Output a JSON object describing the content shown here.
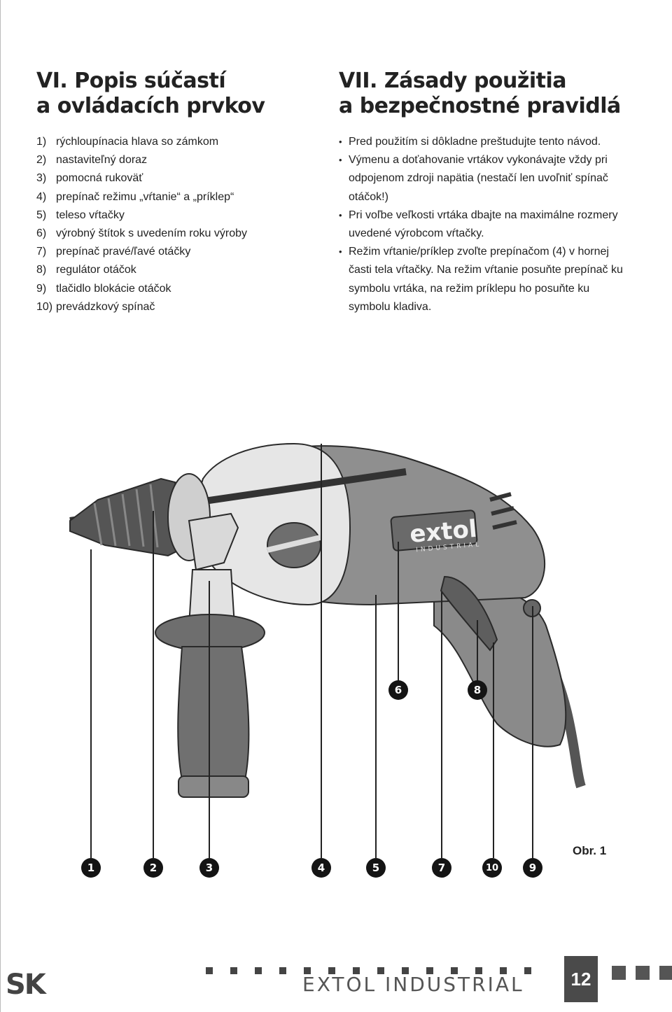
{
  "section6": {
    "title_line1": "VI. Popis súčastí",
    "title_line2": "a ovládacích prvkov",
    "items": [
      {
        "num": "1)",
        "text": "rýchloupínacia hlava so zámkom"
      },
      {
        "num": "2)",
        "text": "nastaviteľný doraz"
      },
      {
        "num": "3)",
        "text": "pomocná rukoväť"
      },
      {
        "num": "4)",
        "text": "prepínač režimu „vŕtanie“ a „príklep“"
      },
      {
        "num": "5)",
        "text": "teleso vŕtačky"
      },
      {
        "num": "6)",
        "text": "výrobný štítok s uvedením roku výroby"
      },
      {
        "num": "7)",
        "text": "prepínač pravé/ľavé otáčky"
      },
      {
        "num": "8)",
        "text": "regulátor otáčok"
      },
      {
        "num": "9)",
        "text": "tlačidlo blokácie otáčok"
      },
      {
        "num": "10)",
        "text": "prevádzkový spínač"
      }
    ]
  },
  "section7": {
    "title_line1": "VII. Zásady použitia",
    "title_line2": "a bezpečnostné pravidlá",
    "bullets": [
      "Pred použitím si dôkladne preštudujte tento návod.",
      "Výmenu a doťahovanie vrtákov vykonávajte vždy pri odpojenom zdroji napätia (nestačí len uvoľniť spínač otáčok!)",
      "Pri voľbe veľkosti vrtáka dbajte na maximálne rozmery uvedené výrobcom vŕtačky.",
      "Režim vŕtanie/príklep zvoľte prepínačom (4) v hornej časti tela vŕtačky. Na režim vŕtanie posuňte prepínač ku symbolu vrtáka, na režim príklepu ho posuňte ku symbolu kladiva."
    ]
  },
  "figure": {
    "logo_text": "extol",
    "logo_sub": "INDUSTRIAL",
    "label": "Obr. 1",
    "callouts": [
      "1",
      "2",
      "3",
      "4",
      "5",
      "6",
      "7",
      "8",
      "9",
      "10"
    ]
  },
  "footer": {
    "lang": "SK",
    "brand": "EXTOL INDUSTRIAL",
    "page": "12"
  }
}
